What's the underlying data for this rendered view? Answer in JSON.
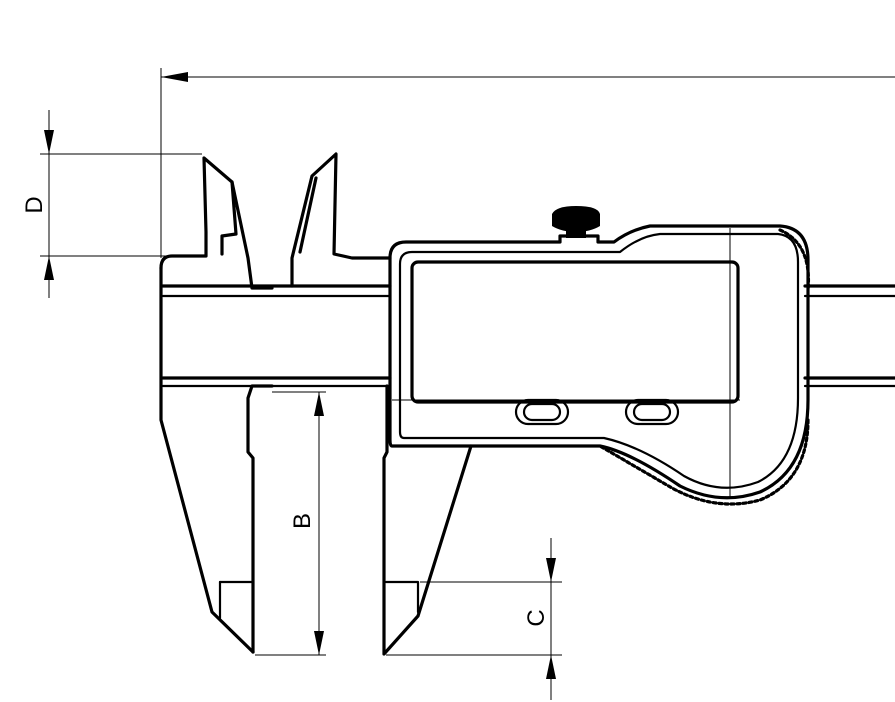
{
  "dimensions": {
    "d": {
      "label": "D"
    },
    "b": {
      "label": "B"
    },
    "c": {
      "label": "C"
    }
  },
  "colors": {
    "ink": "#000000",
    "background": "#ffffff"
  }
}
